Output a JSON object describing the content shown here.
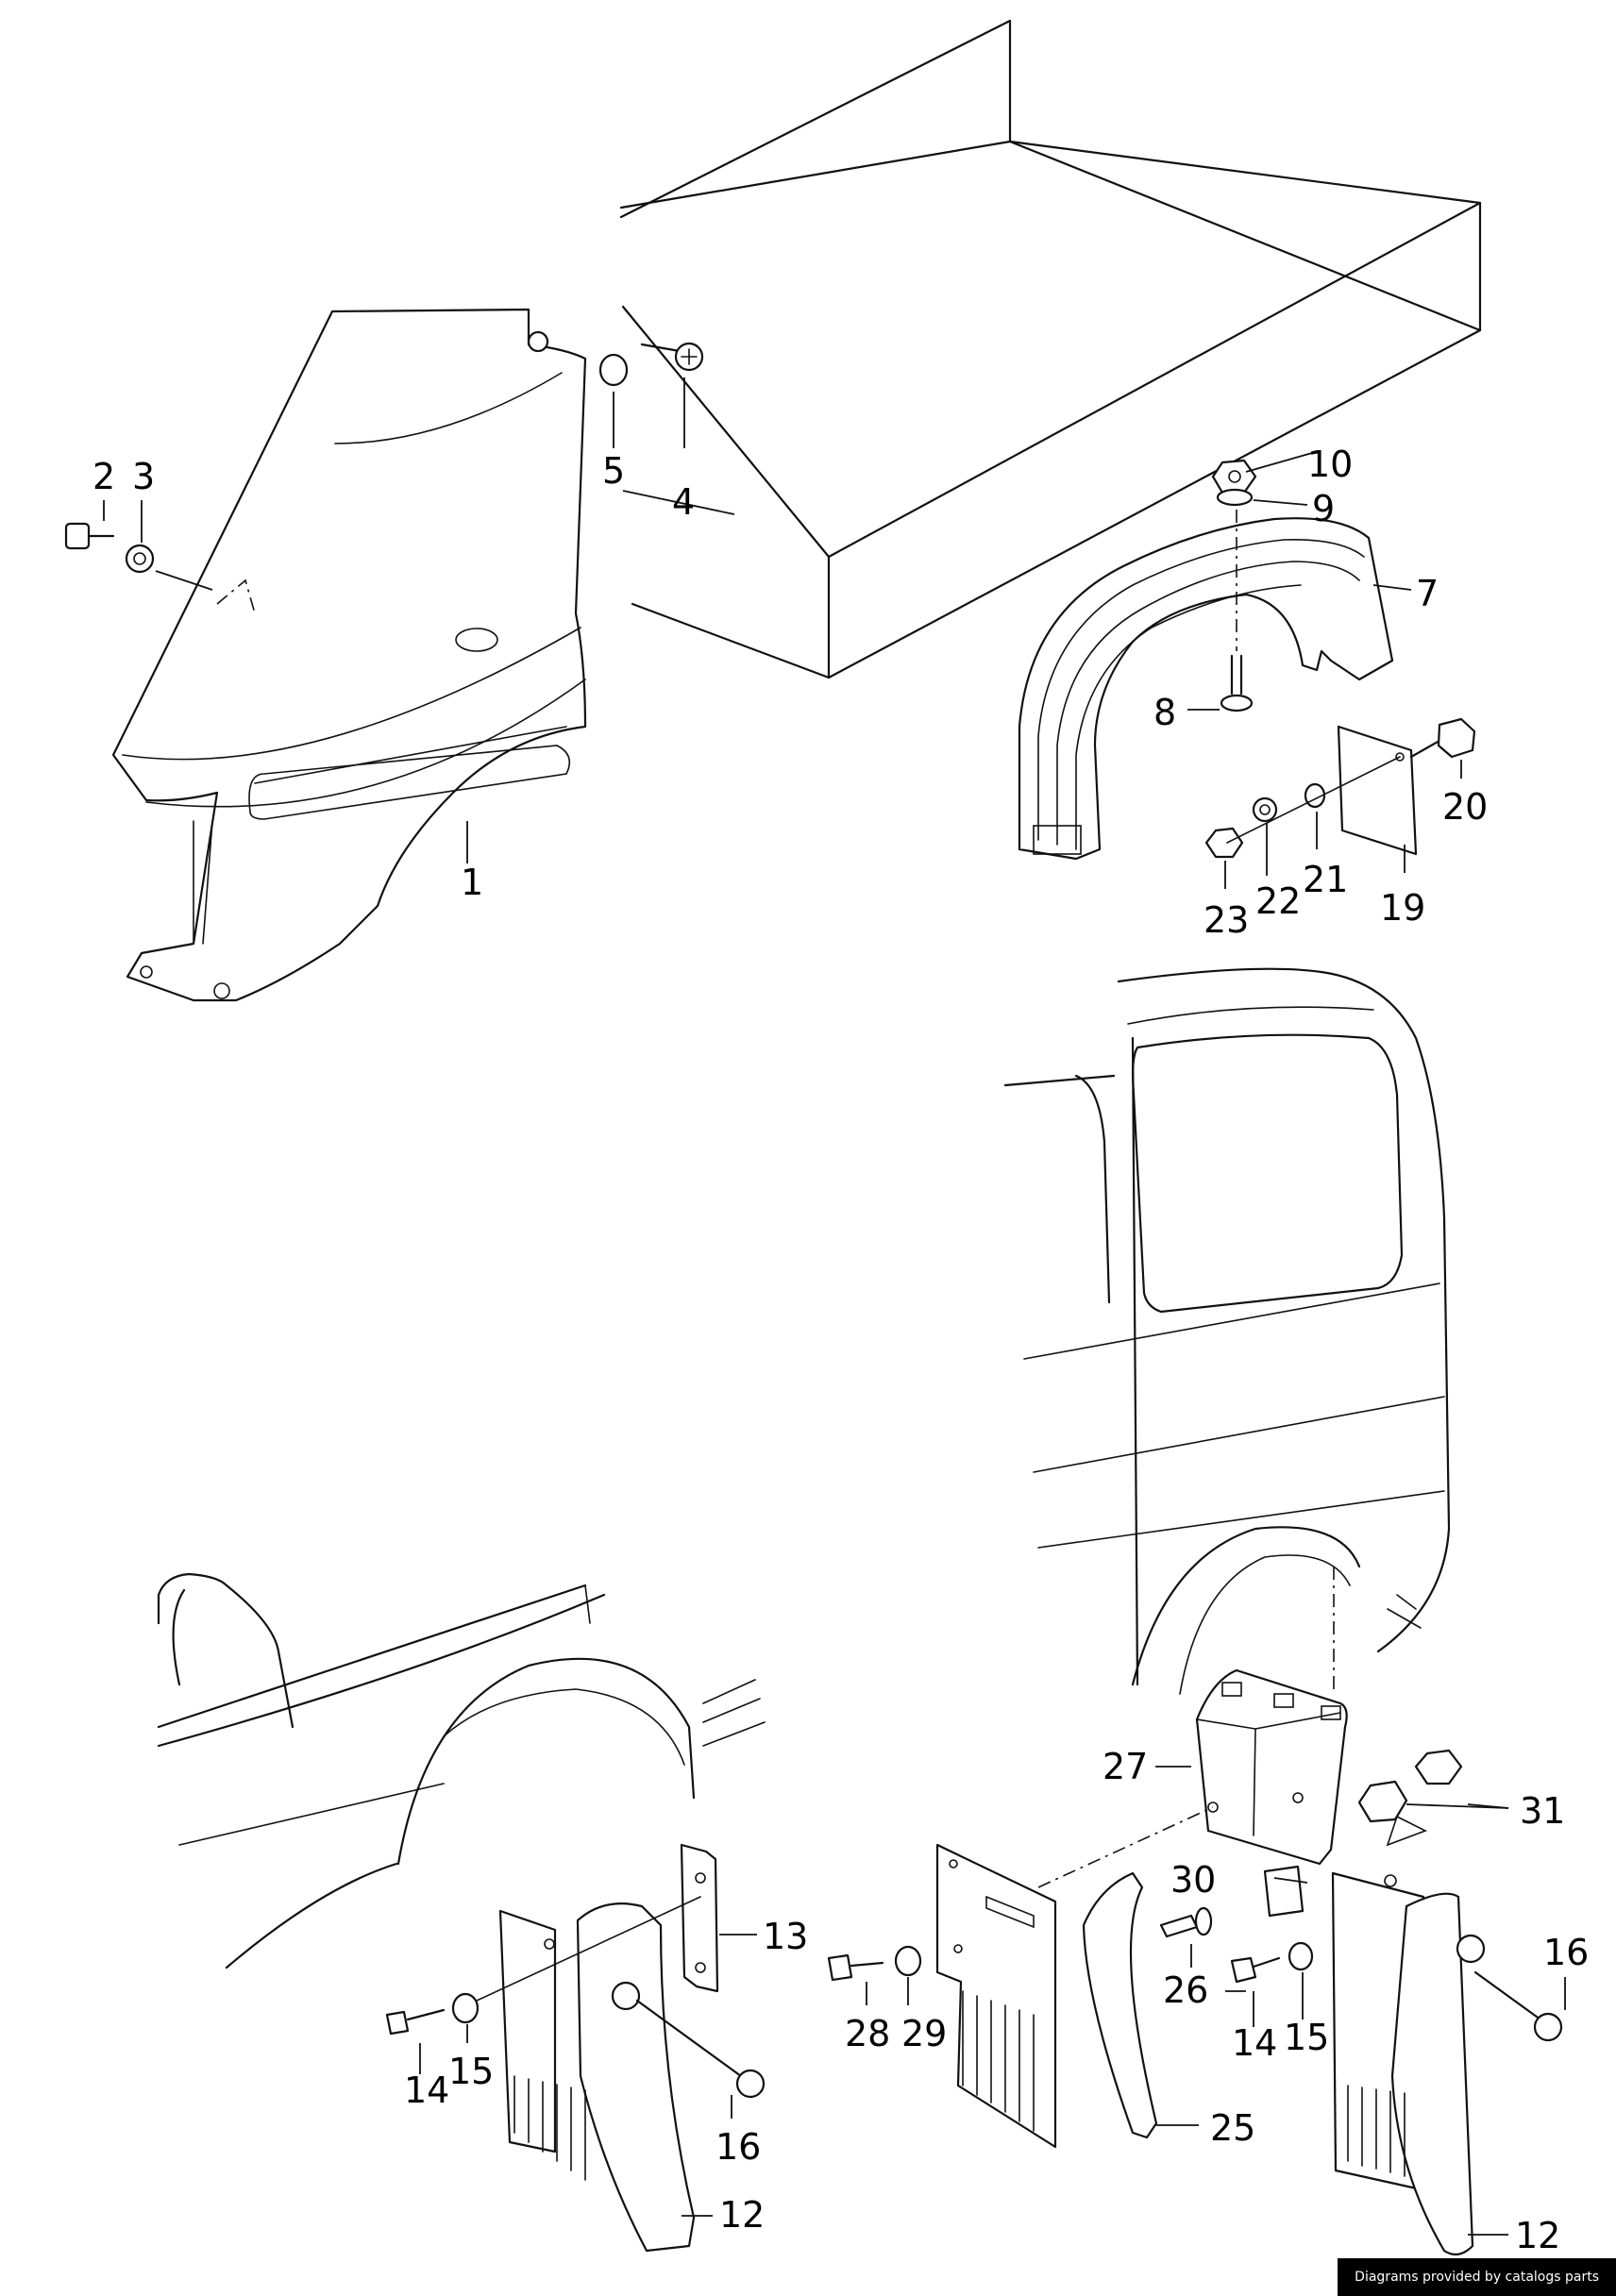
{
  "callouts": [
    {
      "id": "c1",
      "label": "1"
    },
    {
      "id": "c2",
      "label": "2"
    },
    {
      "id": "c3",
      "label": "3"
    },
    {
      "id": "c4",
      "label": "4"
    },
    {
      "id": "c5",
      "label": "5"
    },
    {
      "id": "c7",
      "label": "7"
    },
    {
      "id": "c8",
      "label": "8"
    },
    {
      "id": "c9",
      "label": "9"
    },
    {
      "id": "c10",
      "label": "10"
    },
    {
      "id": "c12a",
      "label": "12"
    },
    {
      "id": "c12b",
      "label": "12"
    },
    {
      "id": "c13",
      "label": "13"
    },
    {
      "id": "c14a",
      "label": "14"
    },
    {
      "id": "c14b",
      "label": "14"
    },
    {
      "id": "c15a",
      "label": "15"
    },
    {
      "id": "c15b",
      "label": "15"
    },
    {
      "id": "c16a",
      "label": "16"
    },
    {
      "id": "c16b",
      "label": "16"
    },
    {
      "id": "c19",
      "label": "19"
    },
    {
      "id": "c20",
      "label": "20"
    },
    {
      "id": "c21",
      "label": "21"
    },
    {
      "id": "c22",
      "label": "22"
    },
    {
      "id": "c23",
      "label": "23"
    },
    {
      "id": "c25",
      "label": "25"
    },
    {
      "id": "c26",
      "label": "26"
    },
    {
      "id": "c27",
      "label": "27"
    },
    {
      "id": "c28",
      "label": "28"
    },
    {
      "id": "c29",
      "label": "29"
    },
    {
      "id": "c30",
      "label": "30"
    },
    {
      "id": "c31",
      "label": "31"
    }
  ],
  "footer": {
    "credit": "Diagrams provided by catalogs parts"
  }
}
